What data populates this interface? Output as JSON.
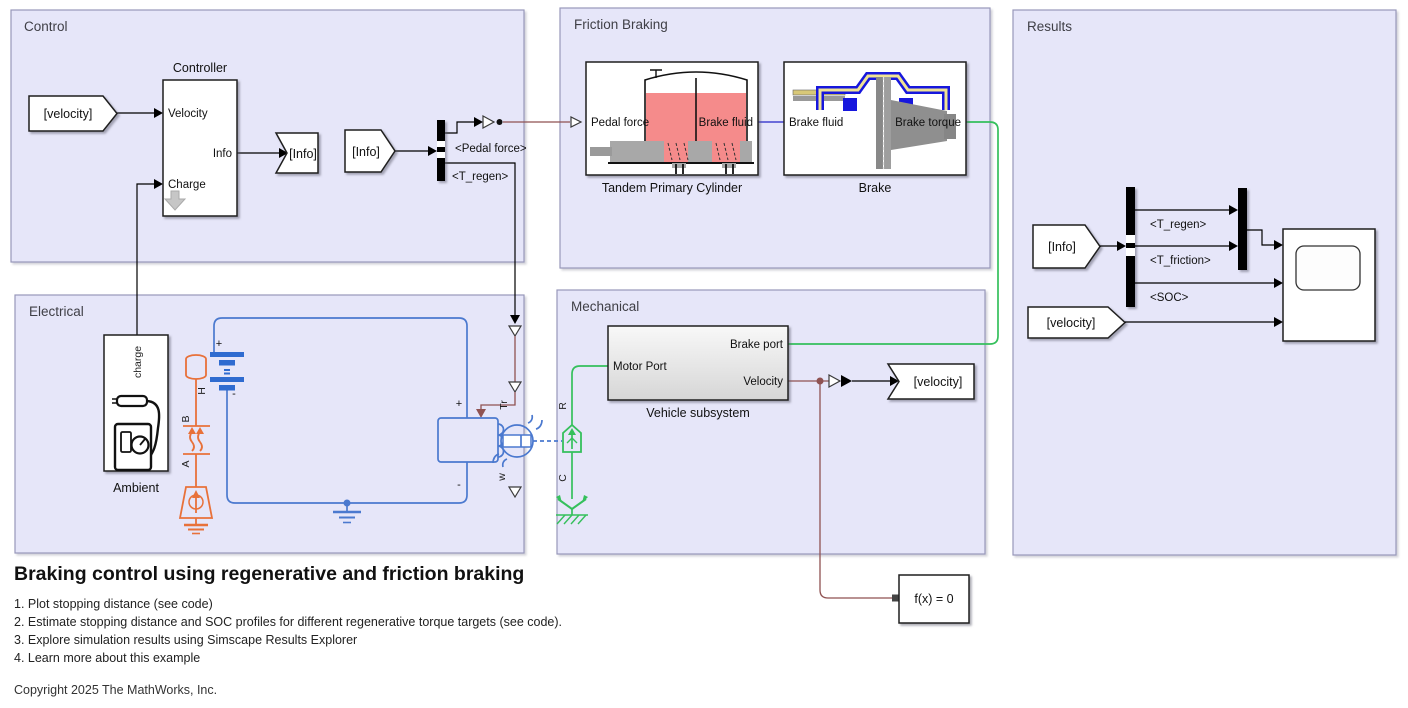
{
  "regions": {
    "control": "Control",
    "friction_braking": "Friction Braking",
    "results": "Results",
    "electrical": "Electrical",
    "mechanical": "Mechanical"
  },
  "control": {
    "velocity_from": "[velocity]",
    "controller_name": "Controller",
    "port_velocity": "Velocity",
    "port_info": "Info",
    "port_charge": "Charge",
    "info_goto": "[Info]",
    "info_from": "[Info]",
    "sel_pedal_force": "<Pedal force>",
    "sel_t_regen": "<T_regen>"
  },
  "friction": {
    "cylinder_name": "Tandem Primary Cylinder",
    "cyl_port_left": "Pedal force",
    "cyl_port_right": "Brake fluid",
    "brake_name": "Brake",
    "brake_port_left": "Brake fluid",
    "brake_port_right": "Brake torque"
  },
  "results": {
    "info_from": "[Info]",
    "sel_t_regen": "<T_regen>",
    "sel_t_friction": "<T_friction>",
    "sel_soc": "<SOC>",
    "velocity_from": "[velocity]"
  },
  "electrical": {
    "ambient_name": "Ambient",
    "charge_label": "charge",
    "battery_plus": "+",
    "battery_minus": "-",
    "motor_plus": "+",
    "motor_minus": "-",
    "port_h": "H",
    "port_b": "B",
    "port_a": "A",
    "port_w": "w",
    "port_tr": "Tr"
  },
  "mechanical": {
    "vehicle_name": "Vehicle subsystem",
    "port_motor": "Motor Port",
    "port_brake": "Brake port",
    "port_velocity": "Velocity",
    "velocity_goto": "[velocity]",
    "port_r": "R",
    "port_c": "C"
  },
  "solver": {
    "label": "f(x) = 0"
  },
  "notes": {
    "heading": "Braking control using regenerative and friction braking",
    "items": [
      "1. Plot stopping distance (see code)",
      "2. Estimate stopping distance and SOC profiles for different regenerative torque targets (see code).",
      "3. Explore simulation results using Simscape Results Explorer",
      "4. Learn more about this example"
    ],
    "copyright": "Copyright 2025 The MathWorks, Inc."
  },
  "colors": {
    "region_fill": "#e6e6f9",
    "region_border": "#9898ba",
    "signal_black": "#000000",
    "physical_signal": "#8f5252",
    "electrical_blue": "#4b79cf",
    "thermal_orange": "#e8713a",
    "mechanical_green": "#35c05c",
    "hydraulic_blue": "#5b5bd6",
    "reservoir_pink": "#f58b8b",
    "caliper_blue": "#1717dd",
    "caliper_yellow": "#f0e394"
  }
}
